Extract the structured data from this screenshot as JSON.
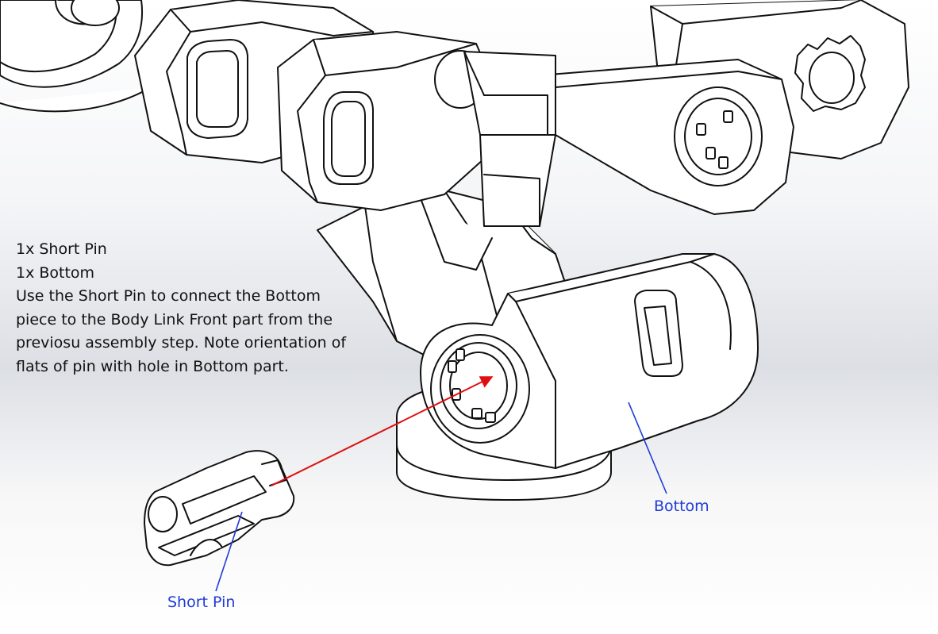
{
  "instructions": {
    "lines": [
      "1x Short Pin",
      "1x Bottom",
      "Use the Short Pin to connect the Bottom",
      "piece to the Body Link Front part from the",
      "previosu assembly step. Note orientation of",
      "flats of pin with hole in Bottom part."
    ]
  },
  "callouts": {
    "bottom": "Bottom",
    "short_pin": "Short Pin"
  },
  "colors": {
    "leader_line": "#1f3bd6",
    "assembly_arrow": "#e01010",
    "outline": "#111111"
  }
}
